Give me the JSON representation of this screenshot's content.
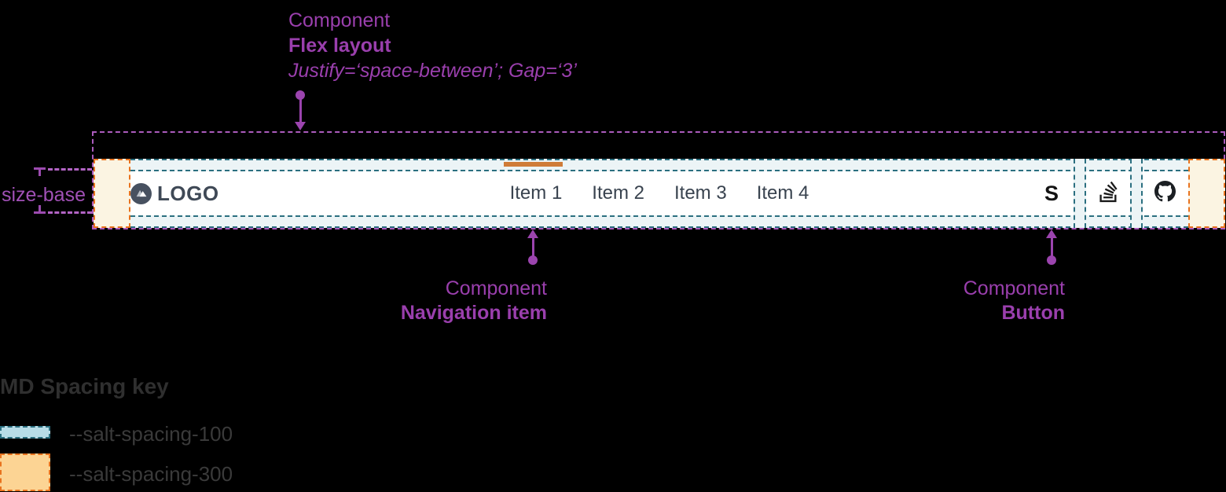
{
  "annotations": {
    "flex_layout": {
      "line1": "Component",
      "line2": "Flex layout",
      "line3": "Justify=‘space-between’; Gap=‘3’"
    },
    "navigation_item": {
      "line1": "Component",
      "line2": "Navigation item"
    },
    "button": {
      "line1": "Component",
      "line2": "Button"
    },
    "size_base": "size-base"
  },
  "navbar": {
    "logo_text": "LOGO",
    "items": [
      {
        "label": "Item 1",
        "active": true
      },
      {
        "label": "Item 2",
        "active": false
      },
      {
        "label": "Item 3",
        "active": false
      },
      {
        "label": "Item 4",
        "active": false
      }
    ],
    "buttons": [
      {
        "name": "s-logo-button",
        "glyph": "S"
      },
      {
        "name": "stackoverflow-button"
      },
      {
        "name": "github-button"
      }
    ],
    "active_indicator_color": "#cf7c38"
  },
  "spacing_key": {
    "title": "MD Spacing key",
    "entries": [
      {
        "token": "--salt-spacing-100",
        "fill": "#b7dce7",
        "border": "#2b6f80"
      },
      {
        "token": "--salt-spacing-300",
        "fill": "#fcd494",
        "border": "#e8731f"
      }
    ]
  },
  "colors": {
    "annotation_purple": "#9a3fad",
    "outline_purple": "#ab5bbd",
    "spacing100_dash": "#2b6f80",
    "spacing300_dash": "#e8731f",
    "navbar_bg": "#ffffff",
    "nav_text": "#39434f",
    "background": "#000000"
  }
}
